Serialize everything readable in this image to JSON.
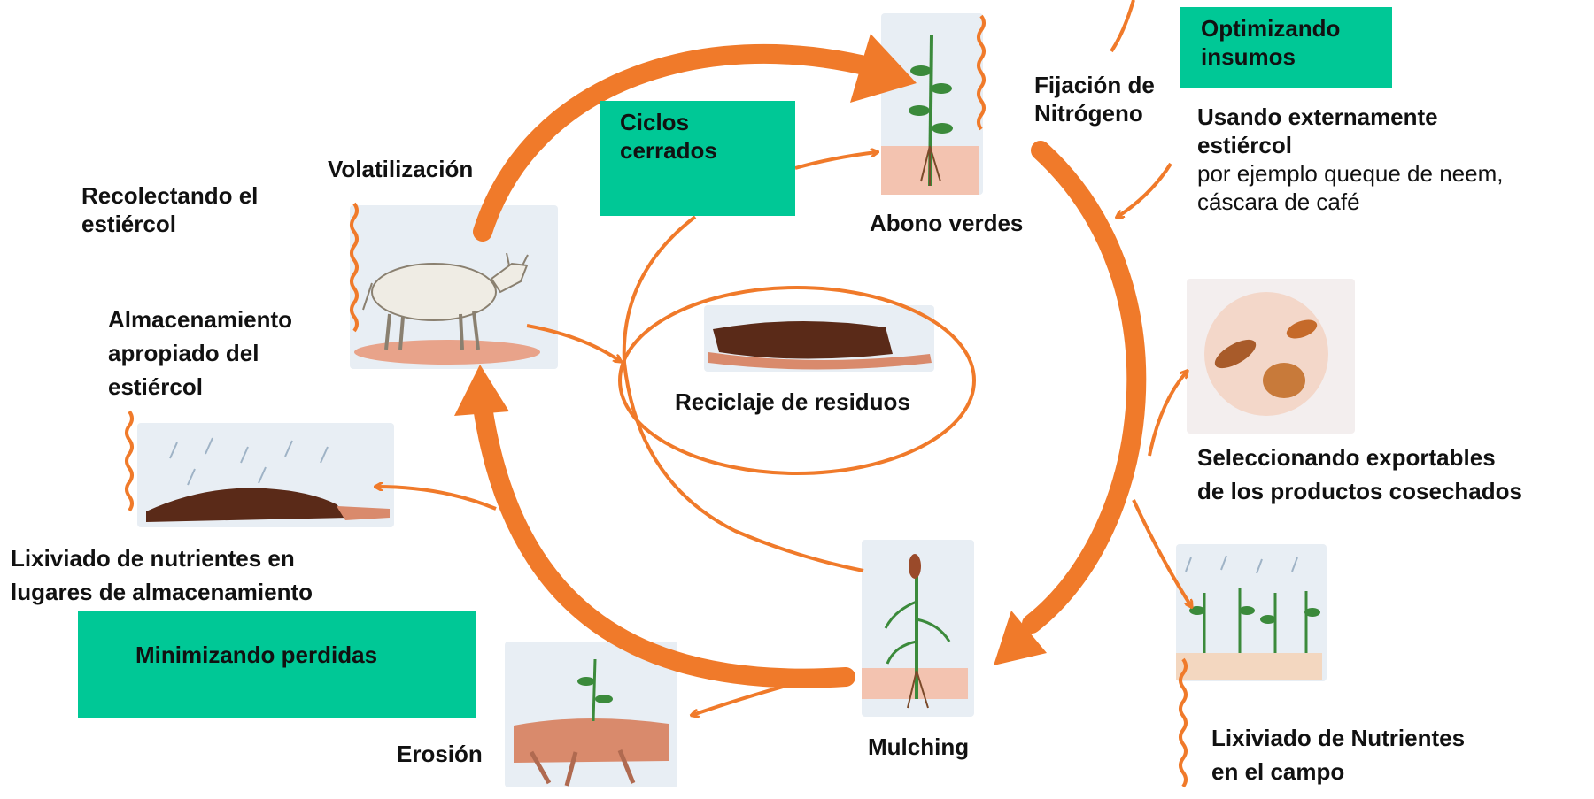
{
  "colors": {
    "arrow": "#f07a2a",
    "box": "#00c896",
    "text": "#111111",
    "picture_background": "#e6ecf2",
    "soil": "#d98a6c",
    "manure": "#5a2a18",
    "plant": "#3b8a3b"
  },
  "boxes": {
    "optimizando": [
      "Optimizando",
      "insumos"
    ],
    "ciclos": [
      "Ciclos",
      "cerrados"
    ],
    "minimizando": [
      "Minimizando perdidas"
    ]
  },
  "labels": {
    "volatilizacion": "Volatilización",
    "recolectando": [
      "Recolectando el",
      "estiércol"
    ],
    "almacenamiento": [
      "Almacenamiento",
      "apropiado del",
      "estiércol"
    ],
    "lixiviado_almacenamiento": [
      "Lixiviado de nutrientes en",
      "lugares de almacenamiento"
    ],
    "fijacion": [
      "Fijación de",
      "Nitrógeno"
    ],
    "abono": "Abono verdes",
    "usando": [
      "Usando externamente",
      "estiércol"
    ],
    "usando_ejemplo": [
      "por ejemplo queque de neem,",
      "cáscara de café"
    ],
    "reciclaje": "Reciclaje de residuos",
    "seleccionando": [
      "Seleccionando exportables",
      "de los productos cosechados"
    ],
    "mulching": "Mulching",
    "erosion": "Erosión",
    "lixiviado_campo": [
      "Lixiviado de Nutrientes",
      "en el campo"
    ]
  },
  "icons": {
    "cow": "cow-illustration",
    "green_manure": "bean-plant-illustration",
    "residue": "compost-heap-illustration",
    "manure_heap": "manure-heap-in-rain-illustration",
    "exports": "harvested-products-illustration",
    "mulching": "sorghum-plant-illustration",
    "erosion": "eroded-soil-illustration",
    "field_leaching": "crops-in-rain-illustration",
    "loss": "wavy-loss-arrow"
  }
}
